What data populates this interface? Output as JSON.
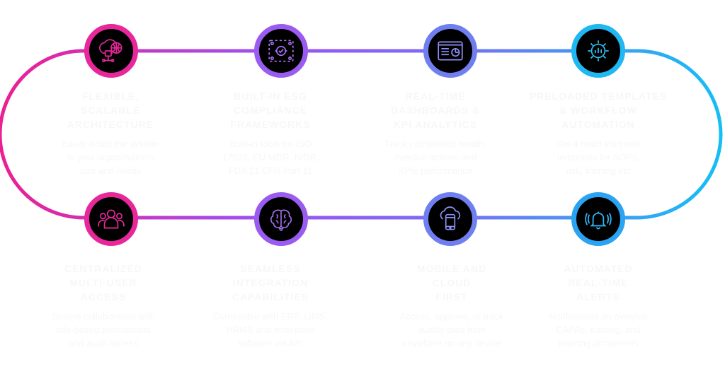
{
  "features": [
    {
      "icon": "globe-network-icon",
      "title": "FLEXIBLE,\nSCALABLE\nARCHITECTURE",
      "desc": "Easily adapt the system\nto your organization's\nsize and needs",
      "color": "#e8279a"
    },
    {
      "icon": "compliance-check-icon",
      "title": "BUILT-IN ESG\nCOMPLIANCE\nFRAMEWORKS",
      "desc": "Built-in tools for ISO\n17025, EU MDR, IVDR,\nFDA 21 CFR Part 11",
      "color": "#9a5cf0"
    },
    {
      "icon": "dashboard-icon",
      "title": "REAL-TIME\nDASHBOARDS &\nKPI ANALYTICS",
      "desc": "Track compliance health,\noverdue actions and\nKPIs performance",
      "color": "#6f7ff0"
    },
    {
      "icon": "automation-gear-icon",
      "title": "PRELOADED TEMPLATES\n& WORKFLOW\nAUTOMATION",
      "desc": "Get a head start with\ntemplates for SOPs,\nrisk, training etc",
      "color": "#1fb8f2"
    },
    {
      "icon": "users-group-icon",
      "title": "CENTRALIZED\nMULTI-USER\nACCESS",
      "desc": "Secure collaboration with\nrole-based permissions\nand audit access",
      "color": "#e8279a"
    },
    {
      "icon": "brain-icon",
      "title": "SEAMLESS\nINTEGRATION\nCAPABILITIES",
      "desc": "Compatible with ERP, LIMS,\nHRMS and enterprise\nsoftware via API",
      "color": "#9a5cf0"
    },
    {
      "icon": "mobile-cloud-icon",
      "title": "MOBILE AND\nCLOUD\nFIRST",
      "desc": "Access, approve, or track\nquality data from\nanywhere on any device",
      "color": "#6f7ff0"
    },
    {
      "icon": "bell-alert-icon",
      "title": "AUTOMATED\nREAL-TIME\nALERTS",
      "desc": "Notifications on overdue\nCAPAs, training, and\nexpiring documents",
      "color": "#2aa4f2"
    }
  ]
}
